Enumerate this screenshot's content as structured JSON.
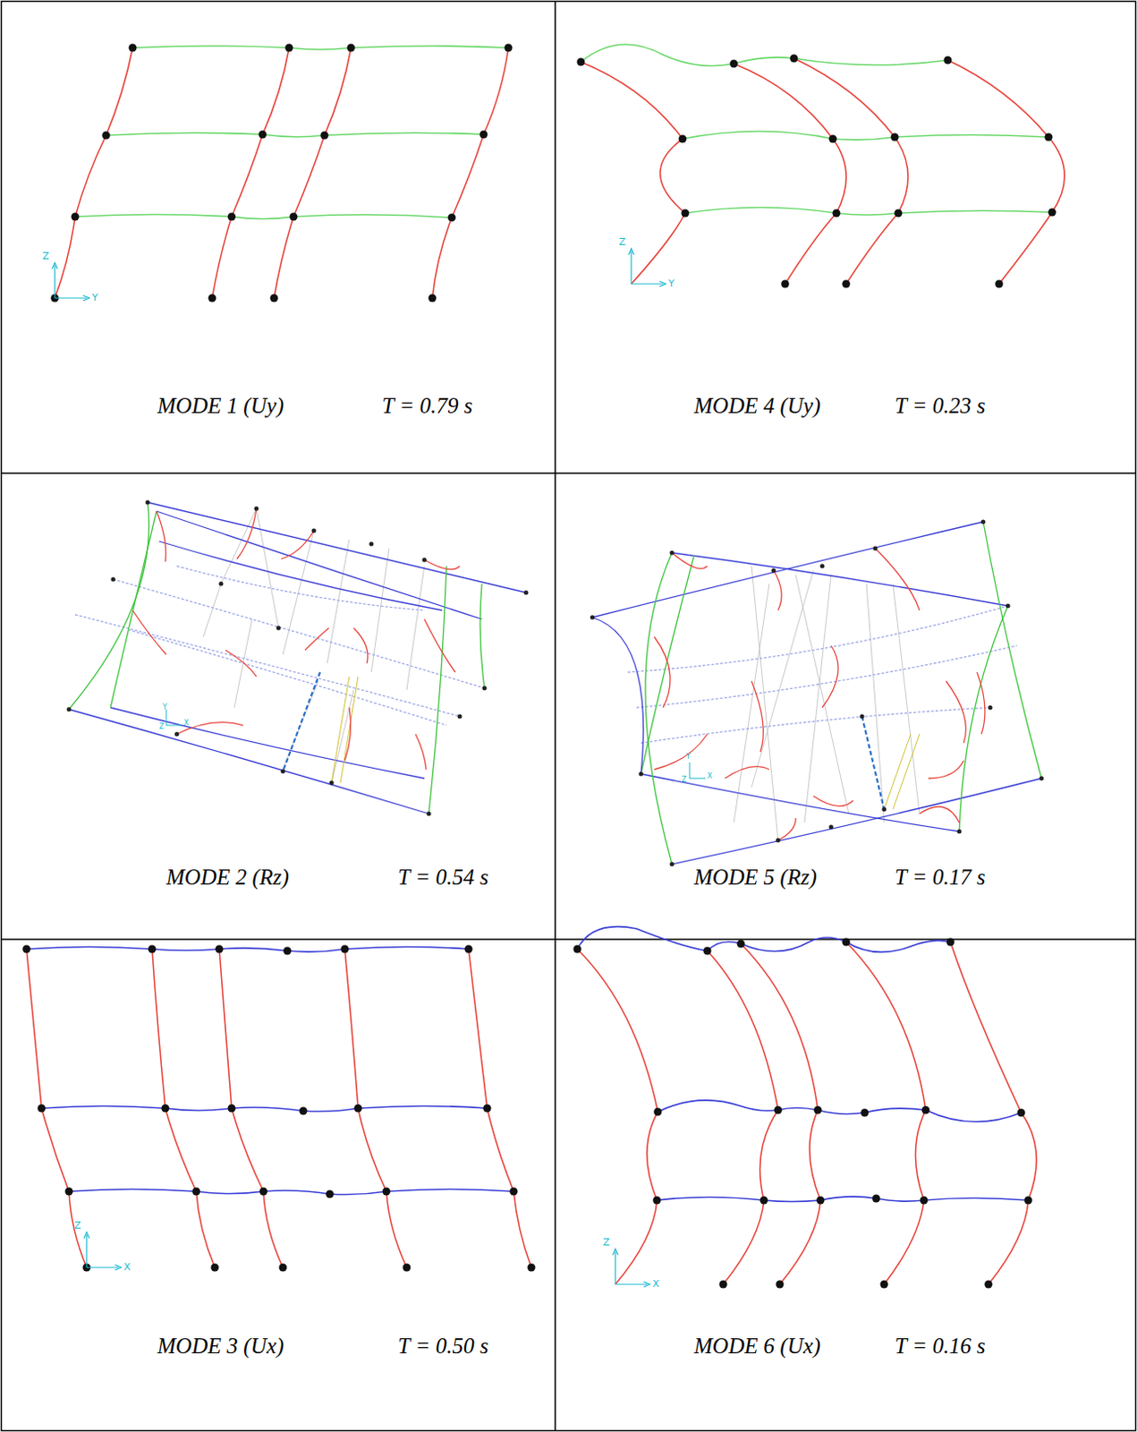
{
  "diagram": {
    "labels": [
      "Z",
      "Y",
      "MODE 1 (Uy)",
      "T = 0.79 s",
      "Z",
      "Y",
      "MODE 4 (Uy)",
      "T = 0.23 s",
      "Y",
      "X",
      "Z",
      "MODE 2 (Rz)",
      "T = 0.54 s",
      "Y",
      "X",
      "Z",
      "MODE 5 (Rz)",
      "T = 0.17 s",
      "Z",
      "X",
      "MODE 3 (Ux)",
      "T = 0.50 s",
      "Z",
      "X",
      "MODE 6 (Ux)",
      "T = 0.16 s"
    ]
  }
}
